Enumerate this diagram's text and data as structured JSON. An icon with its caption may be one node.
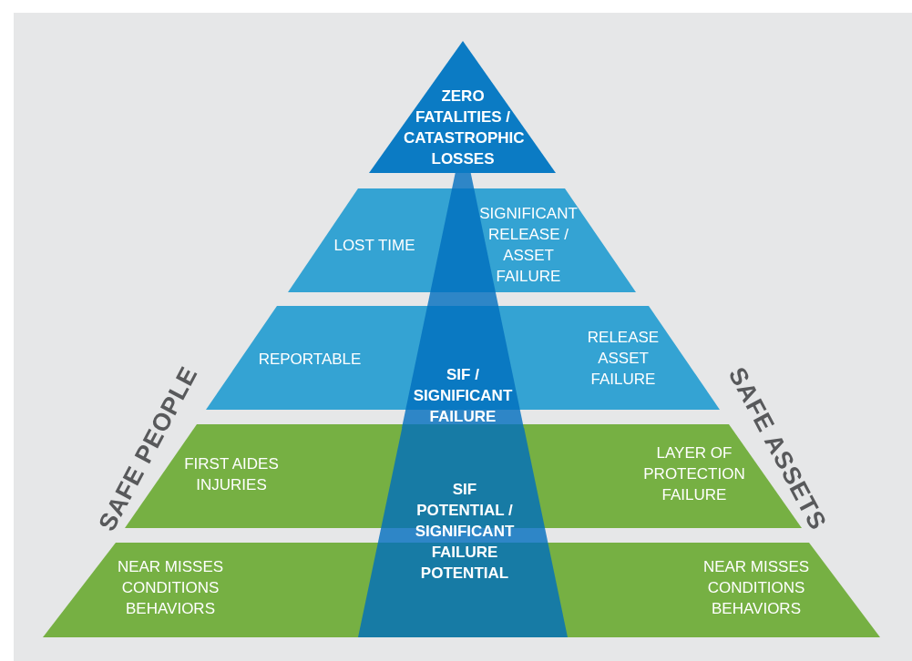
{
  "diagram": {
    "nodes": [
      {
        "text": [
          "ZERO FATALITIES / CATASTROPHIC LOSSES"
        ]
      },
      {
        "text": [
          "LOST TIME",
          "SIGNIFICANT RELEASE / ASSET FAILURE"
        ]
      },
      {
        "text": [
          "REPORTABLE",
          "RELEASE ASSET FAILURE"
        ]
      },
      {
        "text": [
          "FIRST AIDES INJURIES",
          "LAYER OF PROTECTION FAILURE"
        ]
      },
      {
        "text": [
          "NEAR MISSES CONDITIONS BEHAVIORS",
          "NEAR MISSES CONDITIONS BEHAVIORS"
        ]
      },
      {
        "text": [
          "SIF / SIGNIFICANT FAILURE"
        ]
      },
      {
        "text": [
          "SIF POTENTIAL / SIGNIFICANT FAILURE POTENTIAL"
        ]
      }
    ],
    "edges": [],
    "labels": [
      "SAFE PEOPLE",
      "SAFE ASSETS"
    ]
  }
}
